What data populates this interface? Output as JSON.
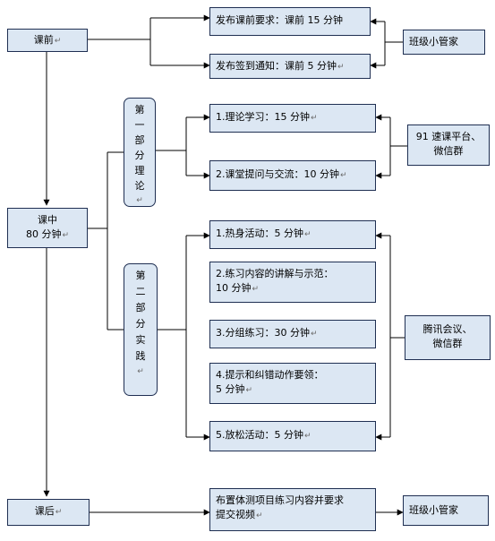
{
  "phases": {
    "before": "课前",
    "during_line1": "课中",
    "during_line2": "80 分钟",
    "after": "课后"
  },
  "parts": {
    "theory": "第一部分理论",
    "practice": "第二部分实践"
  },
  "before_tasks": [
    "发布课前要求：课前 15 分钟",
    "发布签到通知：课前 5 分钟"
  ],
  "theory_tasks": [
    "1.理论学习：15 分钟",
    "2.课堂提问与交流：10 分钟"
  ],
  "practice_tasks": [
    {
      "line1": "1.热身活动：5 分钟",
      "line2": ""
    },
    {
      "line1": "2.练习内容的讲解与示范：",
      "line2": "10 分钟"
    },
    {
      "line1": "3.分组练习：30 分钟",
      "line2": ""
    },
    {
      "line1": "4.提示和纠错动作要领：",
      "line2": "5 分钟"
    },
    {
      "line1": "5.放松活动：5 分钟",
      "line2": ""
    }
  ],
  "after_task": {
    "line1": "布置体测项目练习内容并要求",
    "line2": "提交视频"
  },
  "tools": {
    "before": "班级小管家",
    "theory_line1": "91 速课平台、",
    "theory_line2": "微信群",
    "practice_line1": "腾讯会议、",
    "practice_line2": "微信群",
    "after": "班级小管家"
  },
  "paragraph_mark": "↵",
  "colors": {
    "box_fill": "#dce7f3",
    "box_border": "#1f2f52",
    "connector": "#000000"
  }
}
